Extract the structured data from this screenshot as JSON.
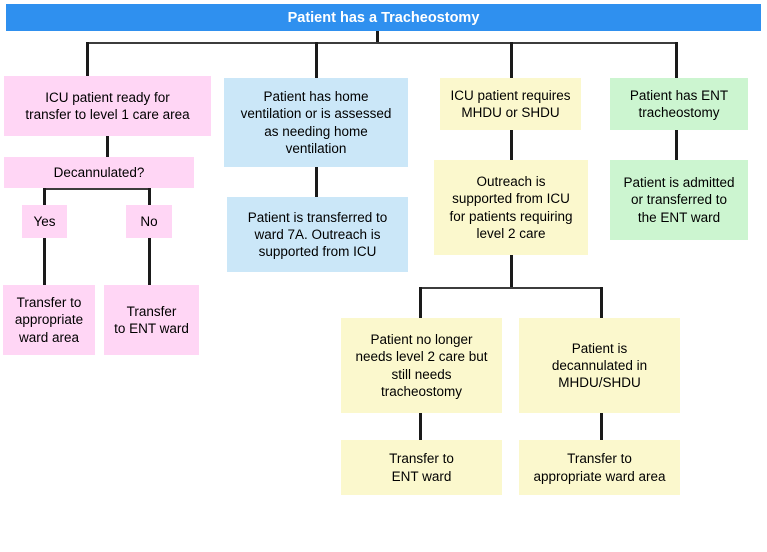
{
  "diagram": {
    "title": "Patient has a Tracheostomy",
    "colors": {
      "banner": "#2f90ef",
      "pink": "#ffd6f5",
      "blue": "#cbe7f8",
      "yellow": "#fbf8cd",
      "green": "#ccf5d0",
      "edge": "#1a1a1a"
    },
    "nodes": {
      "root": "Patient has a Tracheostomy",
      "branch_icu_level1": "ICU patient ready for\ntransfer to level 1 care area",
      "decannulated_question": "Decannulated?",
      "answer_yes": "Yes",
      "answer_no": "No",
      "yes_outcome": "Transfer to\nappropriate\nward area",
      "no_outcome": "Transfer\nto ENT ward",
      "branch_home_vent": "Patient has home\nventilation or is assessed\nas needing home\nventilation",
      "home_vent_outcome": "Patient is transferred to\nward 7A.  Outreach is\nsupported from ICU",
      "branch_mhdu_shdu": "ICU patient requires\nMHDU or SHDU",
      "outreach_level2": "Outreach is\nsupported from ICU\nfor patients requiring\nlevel 2 care",
      "no_longer_level2": "Patient no longer\nneeds level 2 care but\nstill needs\ntracheostomy",
      "decannulated_mhdu": "Patient is\ndecannulated in\nMHDU/SHDU",
      "no_longer_level2_outcome": "Transfer to\nENT ward",
      "decannulated_mhdu_outcome": "Transfer to\nappropriate ward area",
      "branch_ent_trach": "Patient has ENT\ntracheostomy",
      "ent_trach_outcome": "Patient is admitted\nor transferred to\nthe ENT ward"
    }
  }
}
